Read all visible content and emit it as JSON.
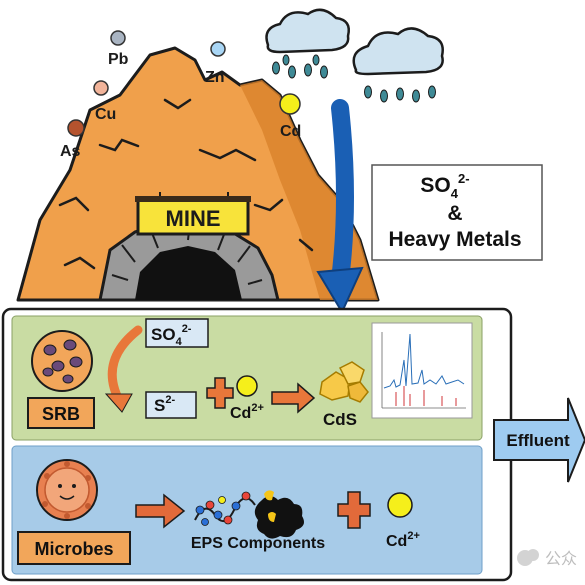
{
  "metals": {
    "pb": "Pb",
    "zn": "Zn",
    "cu": "Cu",
    "cd": "Cd",
    "as": "As"
  },
  "mine_sign": "MINE",
  "source_box": {
    "so4_base": "SO",
    "so4_sub": "4",
    "so4_sup": "2-",
    "amp": "&",
    "heavy_metals": "Heavy Metals"
  },
  "srb_panel": {
    "srb_label": "SRB",
    "sulfate_base": "SO",
    "sulfate_sub": "4",
    "sulfate_sup": "2-",
    "sulfide_base": "S",
    "sulfide_sup": "2-",
    "cd_base": "Cd",
    "cd_sup": "2+",
    "product": "CdS"
  },
  "eps_panel": {
    "microbes_label": "Microbes",
    "eps_label": "EPS Components",
    "cd_base": "Cd",
    "cd_sup": "2+"
  },
  "effluent": "Effluent",
  "watermark": "公众",
  "colors": {
    "mountain": "#f0a04b",
    "mountain_dark": "#d9822b",
    "srb_panel_bg": "#c9dca3",
    "eps_panel_bg": "#a7cbe8",
    "label_bg": "#f2a65a",
    "arrow_orange": "#e8773a",
    "arrow_blue": "#1a5fb4",
    "cd_yellow": "#f5ef1b",
    "effluent_blue": "#9ecbf0"
  }
}
